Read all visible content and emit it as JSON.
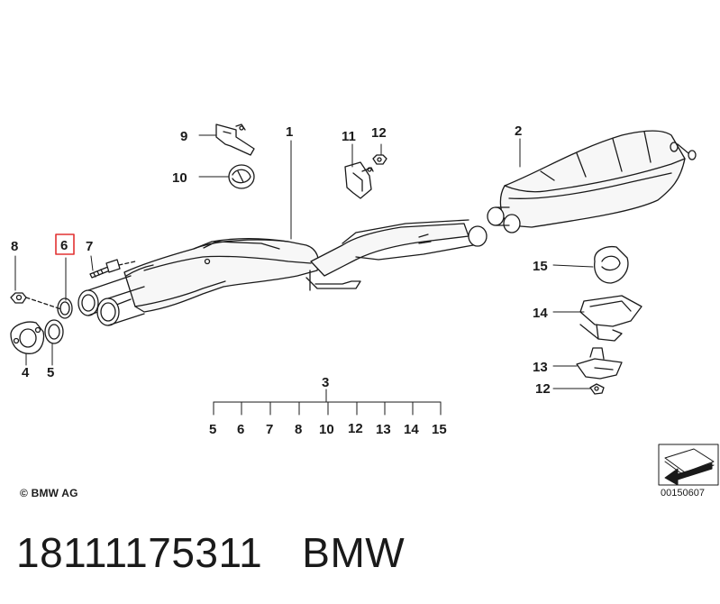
{
  "labels": {
    "p1": "1",
    "p2": "2",
    "p3": "3",
    "p4": "4",
    "p5": "5",
    "p6": "6",
    "p7": "7",
    "p8": "8",
    "p9": "9",
    "p10": "10",
    "p11": "11",
    "p12a": "12",
    "p12b": "12",
    "p13": "13",
    "p14": "14",
    "p15": "15"
  },
  "kit": {
    "parent": "3",
    "children": [
      "5",
      "6",
      "7",
      "8",
      "10",
      "12",
      "13",
      "14",
      "15"
    ]
  },
  "highlight_color": "#e23232",
  "copyright": "© BMW AG",
  "diagram_code": "00150607",
  "footer": {
    "part_number": "18111175311",
    "brand": "BMW"
  }
}
